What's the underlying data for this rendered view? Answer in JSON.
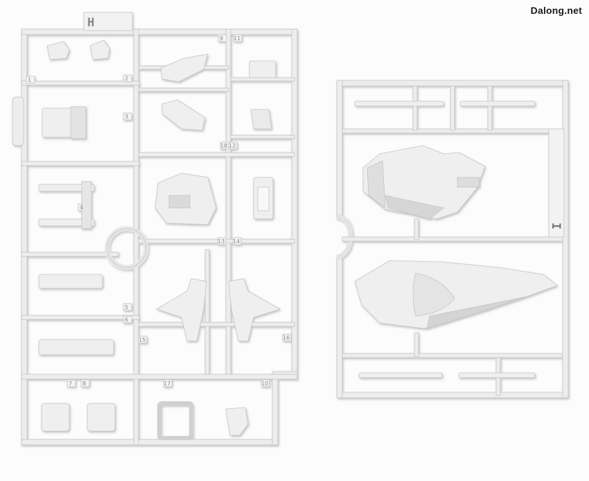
{
  "watermark": "Dalong.net",
  "runner_h": {
    "tag_letter": "H",
    "gate_numbers": [
      "1",
      "2",
      "3",
      "4",
      "5",
      "6",
      "7",
      "8",
      "9",
      "10",
      "11",
      "12",
      "13",
      "14",
      "15",
      "16",
      "17",
      "18"
    ]
  },
  "runner_i": {
    "tag_letter": "I"
  },
  "colors": {
    "background": "#fcfcfc",
    "plastic": "#eeeeee",
    "plastic_shadow": "#c9c9c9",
    "plastic_edge": "#b5b5b5"
  }
}
